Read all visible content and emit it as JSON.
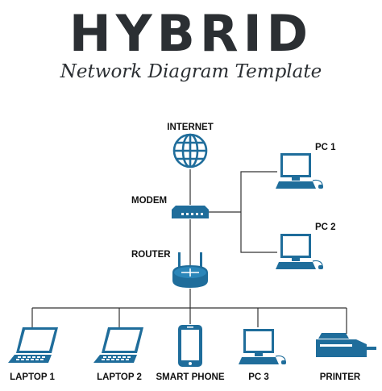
{
  "title": "HYBRID",
  "subtitle": "Network Diagram Template",
  "colors": {
    "device": "#1f6d9b",
    "line": "#333333",
    "title": "#2b2f33"
  },
  "nodes": {
    "internet": {
      "label": "INTERNET",
      "icon": "globe-icon"
    },
    "modem": {
      "label": "MODEM",
      "icon": "modem-icon"
    },
    "router": {
      "label": "ROUTER",
      "icon": "router-icon"
    },
    "pc1": {
      "label": "PC 1",
      "icon": "desktop-pc-icon"
    },
    "pc2": {
      "label": "PC 2",
      "icon": "desktop-pc-icon"
    },
    "laptop1": {
      "label": "LAPTOP 1",
      "icon": "laptop-icon"
    },
    "laptop2": {
      "label": "LAPTOP 2",
      "icon": "laptop-icon"
    },
    "smartphone": {
      "label": "SMART PHONE",
      "icon": "smartphone-icon"
    },
    "pc3": {
      "label": "PC 3",
      "icon": "desktop-pc-icon"
    },
    "printer": {
      "label": "PRINTER",
      "icon": "printer-icon"
    }
  }
}
